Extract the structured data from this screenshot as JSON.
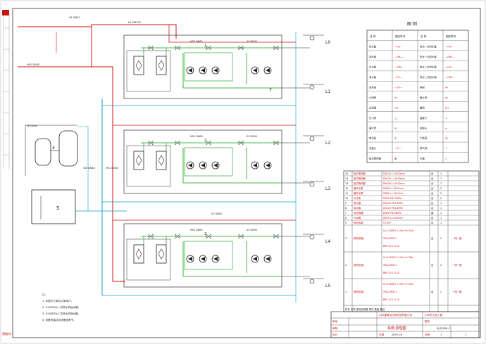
{
  "drawing": {
    "title": "系统,原理图",
    "project_no": "JS(Z)P06-5",
    "scale": "1",
    "sheet": "1",
    "page_mark": "图幅A3"
  },
  "main_pipe_labels": {
    "h1": "H1 DN125",
    "h1_branch": "H1 DN50",
    "hr1": "HR1 DN50",
    "hr1_b": "HR1 DN50",
    "cw": "CW DN40",
    "fe": "FE DN40",
    "sv": "SV DN50"
  },
  "unit_labels": [
    "1",
    "2",
    "3"
  ],
  "loop_labels": [
    "L0",
    "L1",
    "L2",
    "L3",
    "L4",
    "L5"
  ],
  "component_labels": {
    "boiler": "4",
    "tank": "5",
    "pump_group": "7"
  },
  "legend": {
    "title": "图 例",
    "headers": [
      "名 称",
      "图形符号",
      "名 称",
      "图形符号"
    ],
    "rows": [
      [
        "供水管",
        "—H1—",
        "热水一次供水管",
        "—H1—"
      ],
      [
        "回水管",
        "—HR1—",
        "热水一次回水管",
        "—HR1—"
      ],
      [
        "补水管",
        "—CW—",
        "热水二次供水管",
        "—H2—"
      ],
      [
        "泄水管",
        "—FE—",
        "热水二次回水管",
        "—HR2—"
      ],
      [
        "安全阀",
        "—SV—",
        "闸阀",
        "⋈"
      ],
      [
        "止回阀",
        "⊳|",
        "截止阀",
        "⋈"
      ],
      [
        "过滤器",
        "⊲⊳",
        "蝶阀",
        "|⊘|"
      ],
      [
        "压力表",
        "◯",
        "温度计",
        "⊥"
      ],
      [
        "循环泵",
        "⊕",
        "软接头",
        "▭"
      ],
      [
        "电动阀",
        "⊗",
        "平衡阀",
        "⋈"
      ],
      [
        "流量计",
        "—FI—",
        "排气阀",
        "↑"
      ],
      [
        "板式换热器",
        "▦",
        "水箱",
        "▯"
      ]
    ]
  },
  "equipment_table": {
    "rows": [
      [
        "15",
        "板式换热器",
        "DN150 L=1500mm",
        "台",
        "1"
      ],
      [
        "14",
        "板式换热器",
        "DN125 L=1500mm",
        "台",
        "1"
      ],
      [
        "13",
        "板式换热器",
        "DN100 L=1500mm",
        "台",
        "1"
      ],
      [
        "12",
        "循环水泵",
        "DN80 L=1500mm",
        "台",
        "2"
      ],
      [
        "11",
        "循环水泵",
        "DN65 L=1500mm",
        "台",
        "2"
      ],
      [
        "10",
        "补水泵",
        "DN50 PN1.6MPa",
        "台",
        "2"
      ],
      [
        "9",
        "除污器",
        "DN125 PN1.6MPa",
        "台",
        "1"
      ],
      [
        "8",
        "除污器",
        "DN100 PN1.6MPa",
        "台",
        "1"
      ],
      [
        "7",
        "水处理器",
        "DN50 PN1.6MPa",
        "套",
        "1"
      ],
      [
        "6",
        "分水器",
        "Φ325 L=2000mm",
        "台",
        "1"
      ],
      [
        "5",
        "软化水箱",
        "V=5m³",
        "台",
        "1"
      ]
    ],
    "groups": [
      {
        "no": "3",
        "name": "换热机组",
        "lines": [
          "Q=1.2MW F=25m² H=32m",
          "TBL(Z)P06-1",
          "BR0.25-1.0-25"
        ],
        "unit": "台",
        "qty": "2",
        "remark": "一用一备"
      },
      {
        "no": "2",
        "name": "换热机组",
        "lines": [
          "Q=0.9MW F=20m² H=28m",
          "TBL(Z)P06-2",
          "BR0.20-1.0-20"
        ],
        "unit": "台",
        "qty": "2",
        "remark": "一用一备"
      },
      {
        "no": "1",
        "name": "换热机组",
        "lines": [
          "Q=0.6MW F=15m² H=24m",
          "TBL(Z)P06-3",
          "BR0.15-1.0-15"
        ],
        "unit": "台",
        "qty": "2",
        "remark": "一用一备"
      }
    ],
    "header": [
      "序号",
      "名称",
      "型号及规格",
      "单位",
      "数量",
      "备注"
    ]
  },
  "notes": [
    "注:",
    "1. 本图尺寸单位以毫米计。",
    "2. H1/HR1为一次热水供回水管。",
    "3. H2/HR2为二次热水供回水管。",
    "4. 设备安装详见设备说明书。"
  ],
  "title_block": {
    "org": "XXX建筑设计研究院有限公司",
    "project": "XXX热力站工程",
    "drawing_name": "系统,原理图",
    "roles": [
      "审定",
      "审核",
      "设计"
    ],
    "date_label": "日期",
    "date": "2007.05",
    "scale_label": "比例",
    "sheet_label": "图号"
  },
  "colors": {
    "supply": "#d01010",
    "return": "#10a0c0",
    "secondary": "#10a010",
    "equipment": "#202020",
    "frame": "#303030"
  }
}
